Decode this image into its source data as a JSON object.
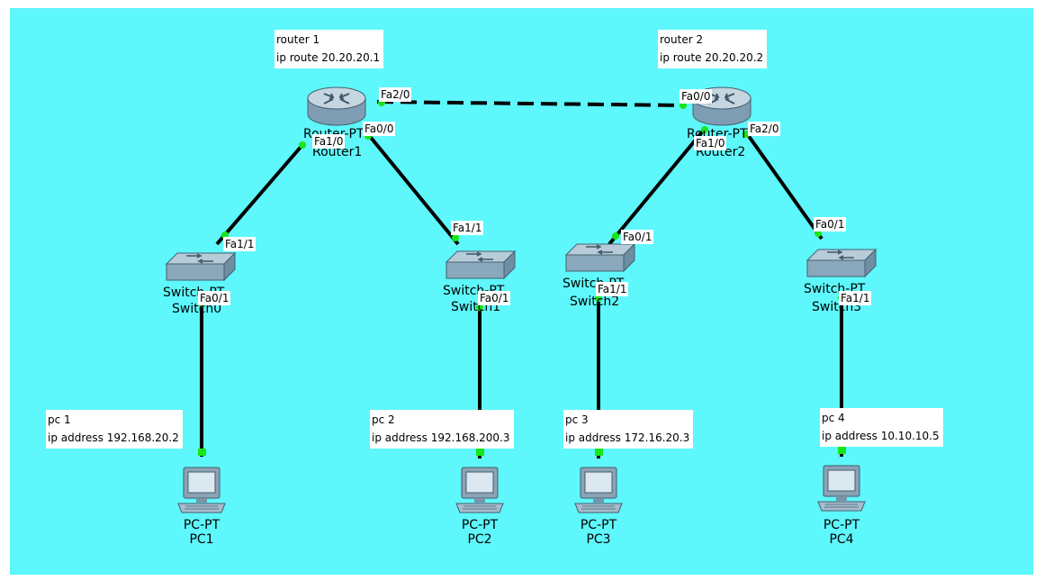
{
  "notes": {
    "router1": {
      "line1": "router 1",
      "line2": "ip route 20.20.20.1"
    },
    "router2": {
      "line1": "router 2",
      "line2": "ip route 20.20.20.2"
    },
    "pc1": {
      "line1": "pc 1",
      "line2": "ip address 192.168.20.2"
    },
    "pc2": {
      "line1": "pc 2",
      "line2": "ip address 192.168.200.3"
    },
    "pc3": {
      "line1": "pc 3",
      "line2": "ip address 172.16.20.3"
    },
    "pc4": {
      "line1": "pc 4",
      "line2": "ip address 10.10.10.5"
    }
  },
  "routers": {
    "router1": {
      "model_label": "Router-PT",
      "name": "Router1"
    },
    "router2": {
      "model_label": "Router-PT",
      "name": "Router2"
    }
  },
  "switches": {
    "switch0": {
      "model_label": "Switch-PT",
      "name": "Switch0"
    },
    "switch1": {
      "model_label": "Switch-PT",
      "name": "Switch1"
    },
    "switch2": {
      "model_label": "Switch-PT",
      "name": "Switch2"
    },
    "switch3": {
      "model_label": "Switch-PT",
      "name": "Switch3"
    }
  },
  "pcs": {
    "pc1": {
      "model": "PC-PT",
      "name": "PC1"
    },
    "pc2": {
      "model": "PC-PT",
      "name": "PC2"
    },
    "pc3": {
      "model": "PC-PT",
      "name": "PC3"
    },
    "pc4": {
      "model": "PC-PT",
      "name": "PC4"
    }
  },
  "ports": {
    "r1_fa2_0": "Fa2/0",
    "r1_fa0_0": "Fa0/0",
    "r1_fa1_0": "Fa1/0",
    "r2_fa0_0": "Fa0/0",
    "r2_fa2_0": "Fa2/0",
    "r2_fa1_0": "Fa1/0",
    "sw0_fa1_1": "Fa1/1",
    "sw0_fa0_1": "Fa0/1",
    "sw1_fa1_1": "Fa1/1",
    "sw1_fa0_1": "Fa0/1",
    "sw2_fa0_1": "Fa0/1",
    "sw2_fa1_1": "Fa1/1",
    "sw3_fa0_1": "Fa0/1",
    "sw3_fa1_1": "Fa1/1"
  },
  "colors": {
    "canvas": "#5ef7fb",
    "link": "#000000",
    "link_up": "#19e619"
  },
  "icons": {
    "router": "router-icon",
    "switch": "switch-icon",
    "pc": "pc-icon"
  }
}
